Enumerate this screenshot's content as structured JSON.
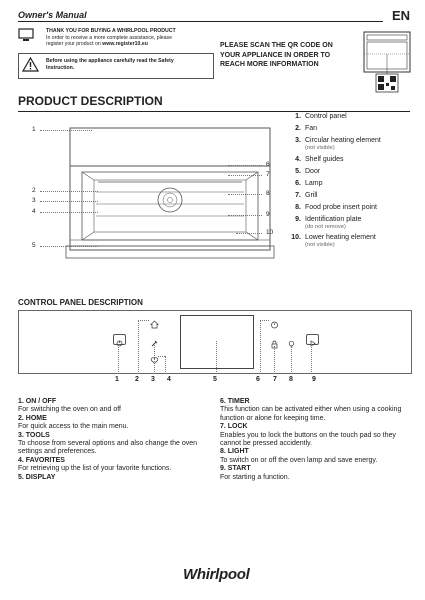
{
  "header": {
    "title": "Owner's Manual",
    "lang": "EN"
  },
  "notice": {
    "title": "THANK YOU FOR BUYING A WHIRLPOOL PRODUCT",
    "line1": "In order to receive a more complete assistance, please",
    "line2_prefix": "register your product on ",
    "line2_url": "www.register10.eu",
    "warning1": "Before using the appliance carefully read the Safety",
    "warning2": "Instruction."
  },
  "qr_text": "PLEASE SCAN THE QR CODE ON YOUR APPLIANCE IN ORDER TO REACH MORE INFORMATION",
  "product": {
    "heading": "PRODUCT DESCRIPTION",
    "items": [
      {
        "num": "1.",
        "label": "Control panel",
        "sub": ""
      },
      {
        "num": "2.",
        "label": "Fan",
        "sub": ""
      },
      {
        "num": "3.",
        "label": "Circular heating element",
        "sub": "(not visible)"
      },
      {
        "num": "4.",
        "label": "Shelf guides",
        "sub": ""
      },
      {
        "num": "5.",
        "label": "Door",
        "sub": ""
      },
      {
        "num": "6.",
        "label": "Lamp",
        "sub": ""
      },
      {
        "num": "7.",
        "label": "Grill",
        "sub": ""
      },
      {
        "num": "8.",
        "label": "Food probe insert point",
        "sub": ""
      },
      {
        "num": "9.",
        "label": "Identification plate",
        "sub": "(do not remove)"
      },
      {
        "num": "10.",
        "label": "Lower heating element",
        "sub": "(not visible)"
      }
    ],
    "callouts_left": [
      "1",
      "2",
      "3",
      "4",
      "5"
    ],
    "callouts_right": [
      "6",
      "7",
      "8",
      "9",
      "10"
    ]
  },
  "control_panel": {
    "heading": "CONTROL PANEL DESCRIPTION",
    "numbers": [
      "1",
      "2",
      "3",
      "4",
      "5",
      "6",
      "7",
      "8",
      "9"
    ],
    "descriptions_left": [
      {
        "title": "1. ON / OFF",
        "text": "For switching the oven on and off"
      },
      {
        "title": "2. HOME",
        "text": "For quick access to the main menu."
      },
      {
        "title": "3. TOOLS",
        "text": "To choose from several options and also change the oven settings and preferences."
      },
      {
        "title": "4. FAVORITES",
        "text": "For retrieving up the list of your favorite functions."
      },
      {
        "title": "5. DISPLAY",
        "text": ""
      }
    ],
    "descriptions_right": [
      {
        "title": "6. TIMER",
        "text": "This function can be activated either when using a cooking function or alone for keeping time."
      },
      {
        "title": "7. LOCK",
        "text": "Enables you to lock the buttons on the touch pad so they cannot be pressed accidently."
      },
      {
        "title": "8. LIGHT",
        "text": "To switch on or off the oven lamp and save energy."
      },
      {
        "title": "9. START",
        "text": "For starting a function."
      }
    ]
  },
  "brand": "Whirlpool"
}
